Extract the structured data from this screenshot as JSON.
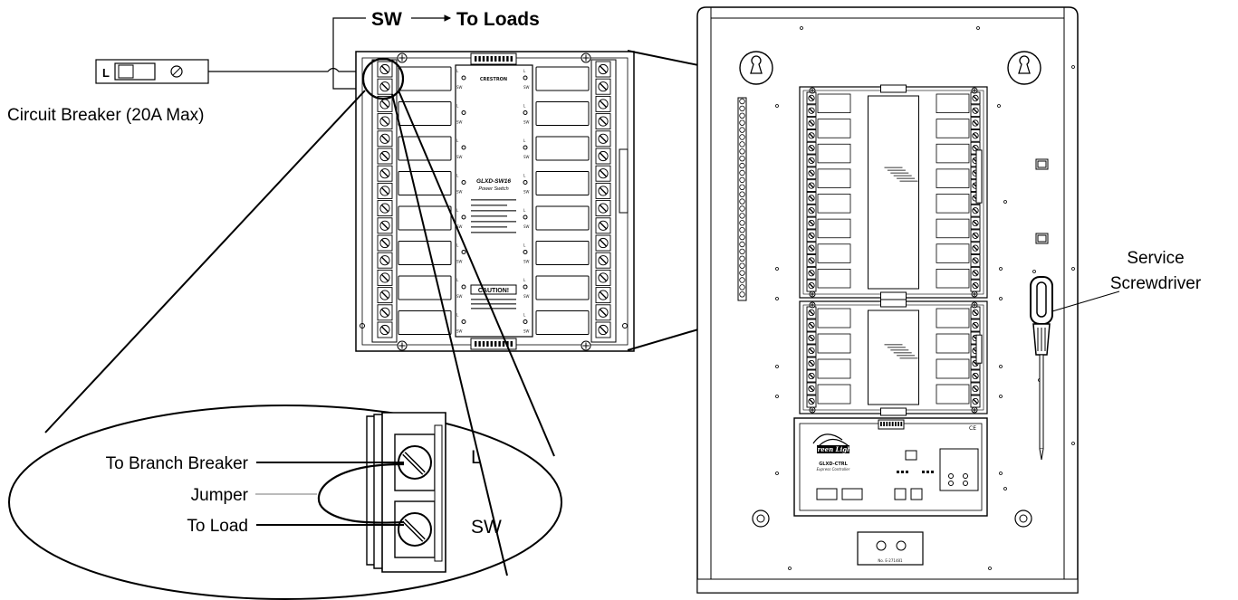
{
  "labels": {
    "sw_top": "SW",
    "to_loads": "To Loads",
    "breaker_L": "L",
    "circuit_breaker": "Circuit Breaker (20A Max)",
    "service": "Service",
    "screwdriver": "Screwdriver",
    "to_branch_breaker": "To Branch Breaker",
    "jumper": "Jumper",
    "to_load": "To Load",
    "zoom_L": "L",
    "zoom_SW": "SW"
  },
  "module": {
    "model": "GLXD-SW16",
    "subtitle": "Power Switch",
    "caution": "CAUTION!",
    "brand": "CRESTRON",
    "term_L": "L",
    "term_SW": "SW"
  },
  "controller": {
    "brand": "Green Light",
    "model": "GLXD-CTRL",
    "subtitle": "Express Controller"
  },
  "panel": {
    "cert": "No. E-271481"
  }
}
